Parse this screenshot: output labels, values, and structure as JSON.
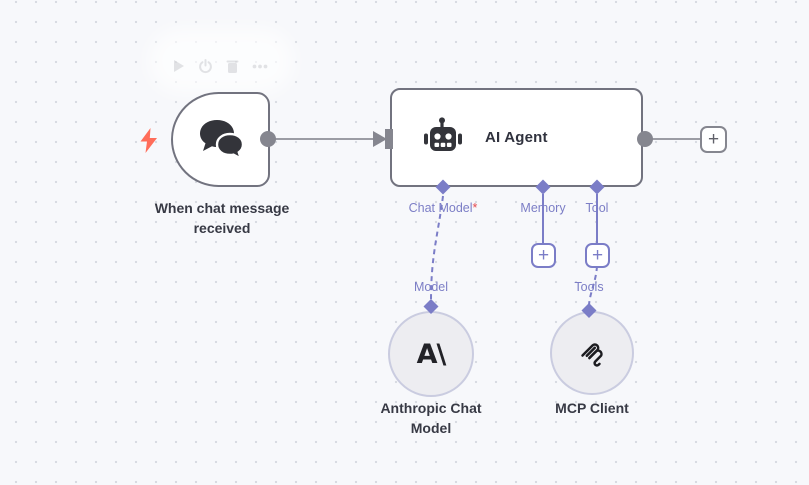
{
  "canvas": {
    "background_color": "#f7f8fb",
    "grid_dot_color": "#d8dbe2"
  },
  "node_hover_toolbar": {
    "icons": [
      "play-icon",
      "power-icon",
      "trash-icon",
      "ellipsis-icon"
    ]
  },
  "trigger_node": {
    "label": "When chat message received",
    "icon": "chat-bubbles-icon"
  },
  "agent_node": {
    "title": "AI Agent",
    "icon": "robot-icon",
    "ports": [
      {
        "label": "Chat Model",
        "required_marker": "*"
      },
      {
        "label": "Memory",
        "required_marker": ""
      },
      {
        "label": "Tool",
        "required_marker": ""
      }
    ]
  },
  "add_buttons": {
    "output_plus_label": "+",
    "memory_plus_label": "+",
    "tool_plus_label": "+"
  },
  "anthropic_node": {
    "logo_text": "A\\",
    "port_label": "Model",
    "label": "Anthropic Chat Model"
  },
  "mcp_node": {
    "icon": "mcp-logo-icon",
    "port_label": "Tools",
    "label": "MCP Client"
  },
  "colors": {
    "ai_connection_purple": "#7b7dc7",
    "main_connection_gray": "#9b9ca4",
    "node_border_gray": "#72737f",
    "icon_dark": "#33343a",
    "trigger_bolt_red": "#ff6d5a",
    "required_asterisk_red": "#e5484d",
    "circle_fill": "#ededf1",
    "circle_border": "#cacce0",
    "label_dark": "#383a45"
  }
}
